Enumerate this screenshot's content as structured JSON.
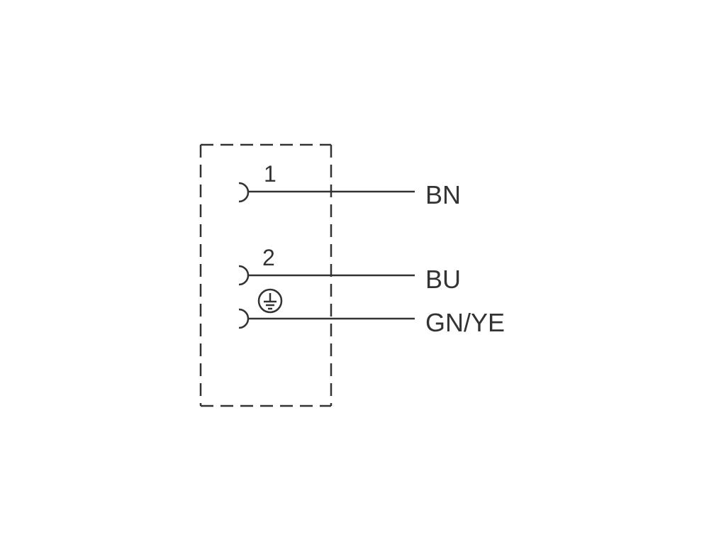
{
  "diagram": {
    "pins": [
      {
        "number": "1",
        "wire": "BN"
      },
      {
        "number": "2",
        "wire": "BU"
      },
      {
        "number": "",
        "wire": "GN/YE",
        "symbol": "protective-earth-icon"
      }
    ]
  },
  "colors": {
    "line": "#333333",
    "background": "#ffffff"
  }
}
